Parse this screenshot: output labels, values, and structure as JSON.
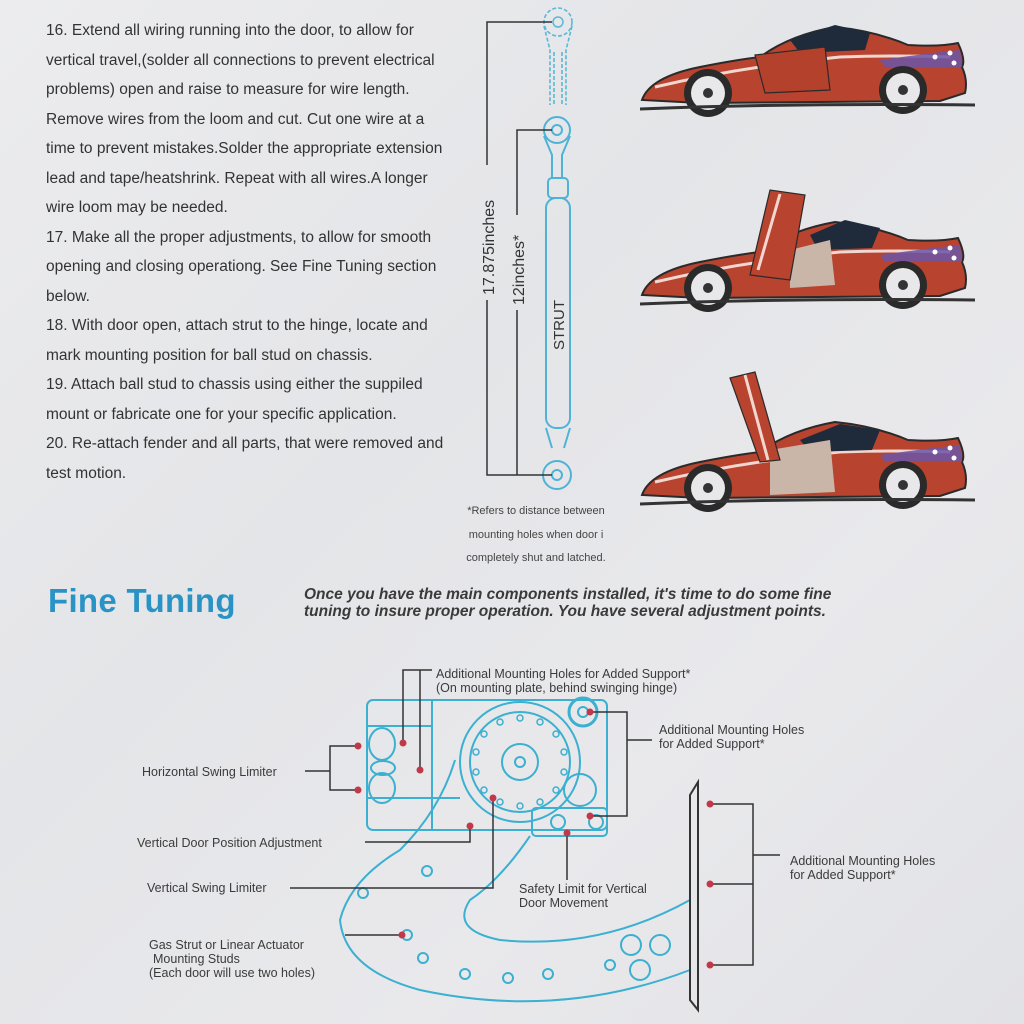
{
  "instructions": [
    {
      "number": "16.",
      "text": "Extend all wiring running into the door, to allow for vertical travel,(solder all connections to prevent electrical problems) open and raise to measure for wire length. Remove wires from the loom and cut. Cut one wire at a time to prevent mistakes.Solder the appropriate extension lead and tape/heatshrink. Repeat with all wires.A longer wire loom may be needed."
    },
    {
      "number": "17.",
      "text": "Make all the proper adjustments, to allow for smooth opening and closing operationg. See Fine Tuning section below."
    },
    {
      "number": "18.",
      "text": "With door open, attach strut to the hinge, locate and mark mounting position for ball stud on chassis."
    },
    {
      "number": "19.",
      "text": "Attach ball stud to chassis using either the suppiled mount or fabricate one for your specific application."
    },
    {
      "number": "20.",
      "text": "Re-attach fender and all parts, that were removed and test motion."
    }
  ],
  "strut": {
    "label": "STRUT",
    "extended_length": "17.875inches",
    "closed_length": "12inches*",
    "footnote_line1": "*Refers to distance between",
    "footnote_line2": "mounting holes when door i",
    "footnote_line3": "completely shut and latched."
  },
  "cars": [
    {
      "state": "door-closed"
    },
    {
      "state": "door-half-open"
    },
    {
      "state": "door-fully-open"
    }
  ],
  "colors": {
    "accent_blue": "#2a93c6",
    "diagram_line": "#3bb0d0",
    "marker_red": "#c0394a",
    "car_red": "#b8432e"
  },
  "fine_tuning": {
    "title": "Fine Tuning",
    "intro_line1": "Once you have the main components installed, it's time to do some fine",
    "intro_line2": "tuning to insure proper operation. You have several adjustment points."
  },
  "diagram_labels": {
    "top_holes_line1": "Additional Mounting Holes for Added Support*",
    "top_holes_line2": "(On mounting plate, behind swinging hinge)",
    "right_holes_line1": "Additional Mounting Holes",
    "right_holes_line2": "for Added Support*",
    "horizontal_swing": "Horizontal Swing Limiter",
    "vertical_position": "Vertical Door Position Adjustment",
    "vertical_swing": "Vertical Swing Limiter",
    "safety_line1": "Safety Limit for Vertical",
    "safety_line2": "Door Movement",
    "gas_strut_line1": "Gas Strut or Linear Actuator",
    "gas_strut_line2": "Mounting Studs",
    "gas_strut_line3": "(Each door will use two holes)",
    "far_right_line1": "Additional Mounting Holes",
    "far_right_line2": "for Added Support*"
  }
}
